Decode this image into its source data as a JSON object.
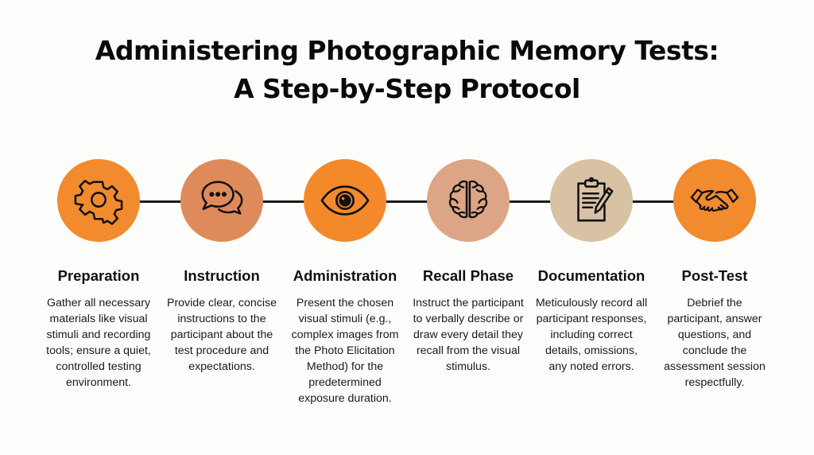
{
  "title": {
    "line1": "Administering Photographic Memory Tests:",
    "line2": "A Step-by-Step Protocol"
  },
  "colors": {
    "orange": "#F28A2E",
    "muted_orange": "#DF8A5A",
    "tan": "#DCA585",
    "beige": "#D8C2A4",
    "connector": "#1a1a1a"
  },
  "steps": [
    {
      "title": "Preparation",
      "icon": "gear-icon",
      "color": "#F28A2E",
      "description": "Gather all necessary materials like visual stimuli and recording tools; ensure a quiet, controlled testing environment."
    },
    {
      "title": "Instruction",
      "icon": "chat-bubbles-icon",
      "color": "#DF8A5A",
      "description": "Provide clear, concise instructions to the participant about the test procedure and expectations."
    },
    {
      "title": "Administration",
      "icon": "eye-icon",
      "color": "#F4892C",
      "description": "Present the chosen visual stimuli (e.g., complex images from the Photo Elicitation Method) for the predetermined exposure duration."
    },
    {
      "title": "Recall Phase",
      "icon": "brain-icon",
      "color": "#DCA585",
      "description": "Instruct the participant to verbally describe or draw every detail they recall from the visual stimulus."
    },
    {
      "title": "Documentation",
      "icon": "clipboard-pen-icon",
      "color": "#D8C2A4",
      "description": "Meticulously record all participant responses, including correct details, omissions, any noted errors."
    },
    {
      "title": "Post-Test",
      "icon": "handshake-icon",
      "color": "#F28A2E",
      "description": "Debrief the participant, answer questions, and conclude the assessment session respectfully."
    }
  ]
}
